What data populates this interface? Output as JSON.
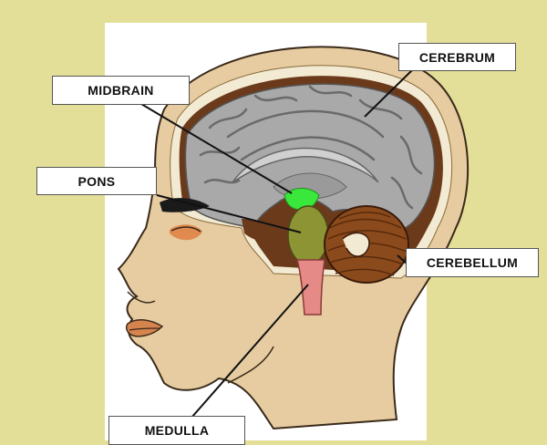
{
  "labels": {
    "cerebrum": "CEREBRUM",
    "midbrain": "MIDBRAIN",
    "pons": "PONS",
    "cerebellum": "CEREBELLUM",
    "medulla": "MEDULLA"
  },
  "colors": {
    "background": "#e3df98",
    "panel": "#ffffff",
    "skin": "#e6cca0",
    "skin_outline": "#3a2a1a",
    "skull_inner": "#f2ead2",
    "meninges": "#6b3a1a",
    "cerebrum": "#a9a9a9",
    "cerebrum_dark": "#7f7f7f",
    "midbrain": "#39e83a",
    "pons": "#8c9434",
    "medulla": "#e58a86",
    "cerebellum": "#8a4a1c",
    "eye_shadow": "#e08a50",
    "lips": "#d6844e"
  }
}
